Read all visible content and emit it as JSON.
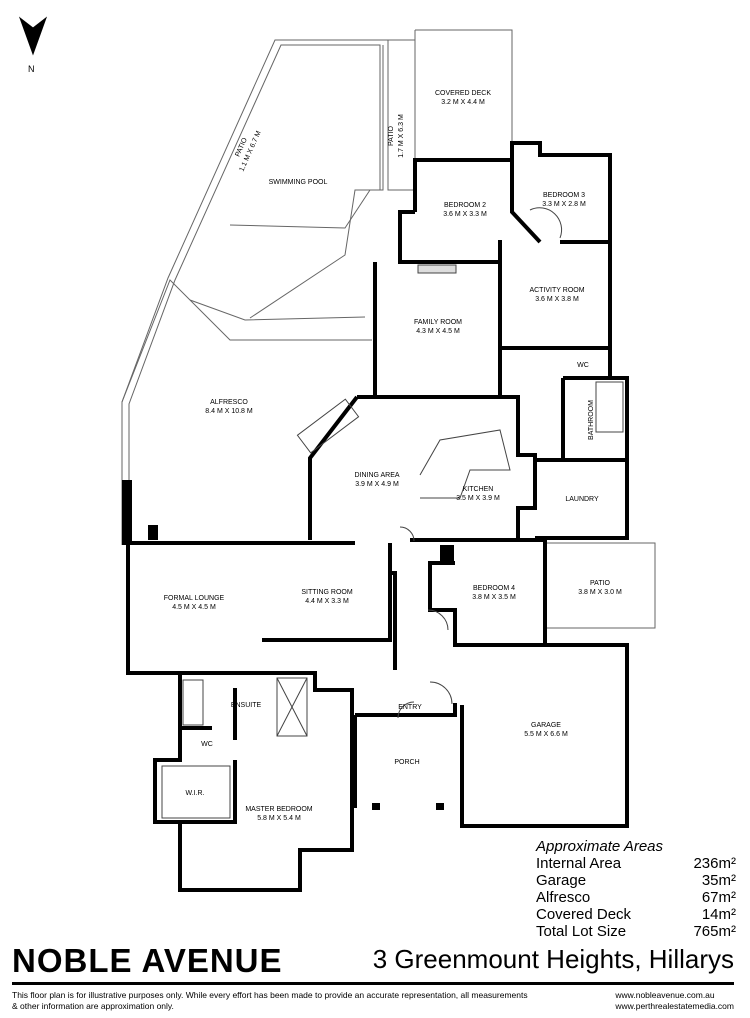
{
  "compass": {
    "label": "N"
  },
  "rooms": {
    "covered_deck": {
      "name": "COVERED DECK",
      "dims": "3.2 M X 4.4 M"
    },
    "patio_top": {
      "name": "PATIO",
      "dims": "1.7 M X 6.3 M"
    },
    "patio_angled": {
      "name": "PATIO",
      "dims": "1.1 M X 6.7 M"
    },
    "pool": {
      "name": "SWIMMING POOL"
    },
    "bedroom2": {
      "name": "BEDROOM 2",
      "dims": "3.6 M X 3.3 M"
    },
    "bedroom3": {
      "name": "BEDROOM 3",
      "dims": "3.3 M X 2.8 M"
    },
    "family": {
      "name": "FAMILY ROOM",
      "dims": "4.3 M X 4.5 M"
    },
    "activity": {
      "name": "ACTIVITY ROOM",
      "dims": "3.6 M X 3.8 M"
    },
    "wc_top": {
      "name": "WC"
    },
    "bathroom": {
      "name": "BATHROOM"
    },
    "alfresco": {
      "name": "ALFRESCO",
      "dims": "8.4 M X 10.8 M"
    },
    "dining": {
      "name": "DINING AREA",
      "dims": "3.9 M X 4.9 M"
    },
    "kitchen": {
      "name": "KITCHEN",
      "dims": "3.5 M X 3.9 M"
    },
    "laundry": {
      "name": "LAUNDRY"
    },
    "formal": {
      "name": "FORMAL LOUNGE",
      "dims": "4.5 M X 4.5 M"
    },
    "sitting": {
      "name": "SITTING ROOM",
      "dims": "4.4 M X 3.3 M"
    },
    "bedroom4": {
      "name": "BEDROOM 4",
      "dims": "3.8 M X 3.5 M"
    },
    "patio_right": {
      "name": "PATIO",
      "dims": "3.8 M X 3.0 M"
    },
    "ensuite": {
      "name": "ENSUITE"
    },
    "wc_ensuite": {
      "name": "WC"
    },
    "entry": {
      "name": "ENTRY"
    },
    "garage": {
      "name": "GARAGE",
      "dims": "5.5 M X 6.6 M"
    },
    "porch": {
      "name": "PORCH"
    },
    "wir": {
      "name": "W.I.R."
    },
    "master": {
      "name": "MASTER BEDROOM",
      "dims": "5.8 M X 5.4 M"
    }
  },
  "areas": {
    "title": "Approximate Areas",
    "rows": [
      {
        "label": "Internal Area",
        "value": "236m²"
      },
      {
        "label": "Garage",
        "value": "35m²"
      },
      {
        "label": "Alfresco",
        "value": "67m²"
      },
      {
        "label": "Covered Deck",
        "value": "14m²"
      },
      {
        "label": "Total Lot Size",
        "value": "765m²"
      }
    ]
  },
  "brand": "NOBLE AVENUE",
  "address": "3 Greenmount Heights, Hillarys",
  "disclaimer": "This floor plan is for illustrative purposes only. While every effort has been made to provide an accurate representation, all measurements & other information are approximation only.",
  "web": [
    "www.nobleavenue.com.au",
    "www.perthrealestatemedia.com"
  ]
}
